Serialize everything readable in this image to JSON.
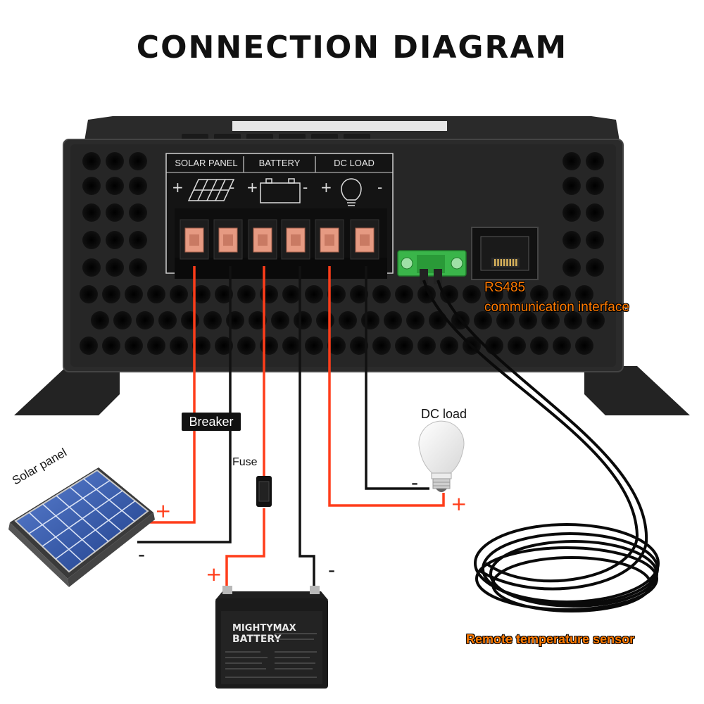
{
  "title": "CONNECTION  DIAGRAM",
  "terminal_groups": {
    "solar": "SOLAR PANEL",
    "battery": "BATTERY",
    "load": "DC LOAD"
  },
  "labels": {
    "breaker": "Breaker",
    "fuse": "Fuse",
    "dc_load": "DC load",
    "solar_panel": "Solar panel",
    "rs485": "RS485",
    "rs485_sub": "communication interface",
    "sensor": "Remote temperature sensor"
  },
  "battery_brand": {
    "line1": "MIGHTYMAX",
    "line2": "BATTERY"
  },
  "signs": {
    "plus": "+",
    "minus": "-"
  },
  "colors": {
    "positive_wire": "#ff3d1a",
    "negative_wire": "#111111",
    "label_orange": "#ff7a00",
    "terminal_green": "#3ab54a"
  }
}
